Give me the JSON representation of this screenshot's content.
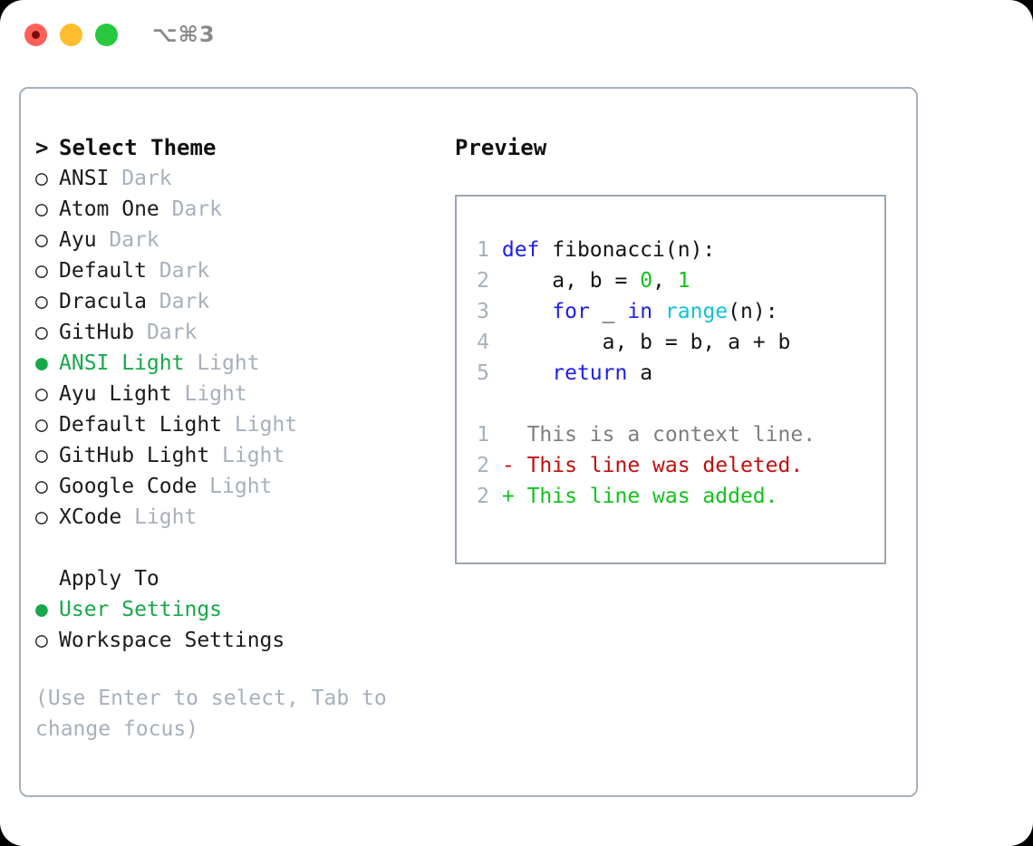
{
  "window": {
    "traffic_lights": [
      "close",
      "minimize",
      "maximize"
    ],
    "shortcut": "⌥⌘3"
  },
  "colors": {
    "accent_green": "#16a84a",
    "dim_gray": "#a7b0bb",
    "keyword_blue": "#1d20e8",
    "function_cyan": "#0fc2d6",
    "number_green": "#12c21b",
    "diff_removed_red": "#c20d0d",
    "diff_added_green": "#12c21b",
    "panel_border": "#a6b0bd",
    "preview_border": "#9aa6b4",
    "traffic_red": "#ff6159",
    "traffic_yellow": "#ffbd2e",
    "traffic_green": "#27c93f"
  },
  "theme_section": {
    "heading_marker": ">",
    "heading": "Select Theme",
    "bullet_selected": "●",
    "bullet_unselected": "○",
    "items": [
      {
        "name": "ANSI",
        "variant": "Dark",
        "selected": false
      },
      {
        "name": "Atom One",
        "variant": "Dark",
        "selected": false
      },
      {
        "name": "Ayu",
        "variant": "Dark",
        "selected": false
      },
      {
        "name": "Default",
        "variant": "Dark",
        "selected": false
      },
      {
        "name": "Dracula",
        "variant": "Dark",
        "selected": false
      },
      {
        "name": "GitHub",
        "variant": "Dark",
        "selected": false
      },
      {
        "name": "ANSI Light",
        "variant": "Light",
        "selected": true
      },
      {
        "name": "Ayu Light",
        "variant": "Light",
        "selected": false
      },
      {
        "name": "Default Light",
        "variant": "Light",
        "selected": false
      },
      {
        "name": "GitHub Light",
        "variant": "Light",
        "selected": false
      },
      {
        "name": "Google Code",
        "variant": "Light",
        "selected": false
      },
      {
        "name": "XCode",
        "variant": "Light",
        "selected": false
      }
    ]
  },
  "apply_to_section": {
    "heading": "Apply To",
    "items": [
      {
        "name": "User Settings",
        "selected": true
      },
      {
        "name": "Workspace Settings",
        "selected": false
      }
    ]
  },
  "hint": "(Use Enter to select, Tab to change focus)",
  "preview": {
    "title": "Preview",
    "code_lines": [
      {
        "num": "1",
        "tokens": [
          {
            "t": "def",
            "c": "kw"
          },
          {
            "t": " fibonacci(n):",
            "c": "txt"
          }
        ]
      },
      {
        "num": "2",
        "tokens": [
          {
            "t": "    a, b = ",
            "c": "txt"
          },
          {
            "t": "0",
            "c": "num"
          },
          {
            "t": ", ",
            "c": "txt"
          },
          {
            "t": "1",
            "c": "num"
          }
        ]
      },
      {
        "num": "3",
        "tokens": [
          {
            "t": "    ",
            "c": "txt"
          },
          {
            "t": "for",
            "c": "kw"
          },
          {
            "t": " _ ",
            "c": "txt"
          },
          {
            "t": "in",
            "c": "kw"
          },
          {
            "t": " ",
            "c": "txt"
          },
          {
            "t": "range",
            "c": "fn"
          },
          {
            "t": "(n):",
            "c": "txt"
          }
        ]
      },
      {
        "num": "4",
        "tokens": [
          {
            "t": "        a, b = b, a + b",
            "c": "txt"
          }
        ]
      },
      {
        "num": "5",
        "tokens": [
          {
            "t": "    ",
            "c": "txt"
          },
          {
            "t": "return",
            "c": "kw"
          },
          {
            "t": " a",
            "c": "txt"
          }
        ]
      }
    ],
    "diff_lines": [
      {
        "num": "1",
        "marker": "  ",
        "text": "This is a context line.",
        "c": "ctx"
      },
      {
        "num": "2",
        "marker": "- ",
        "text": "This line was deleted.",
        "c": "del"
      },
      {
        "num": "2",
        "marker": "+ ",
        "text": "This line was added.",
        "c": "add"
      }
    ]
  }
}
